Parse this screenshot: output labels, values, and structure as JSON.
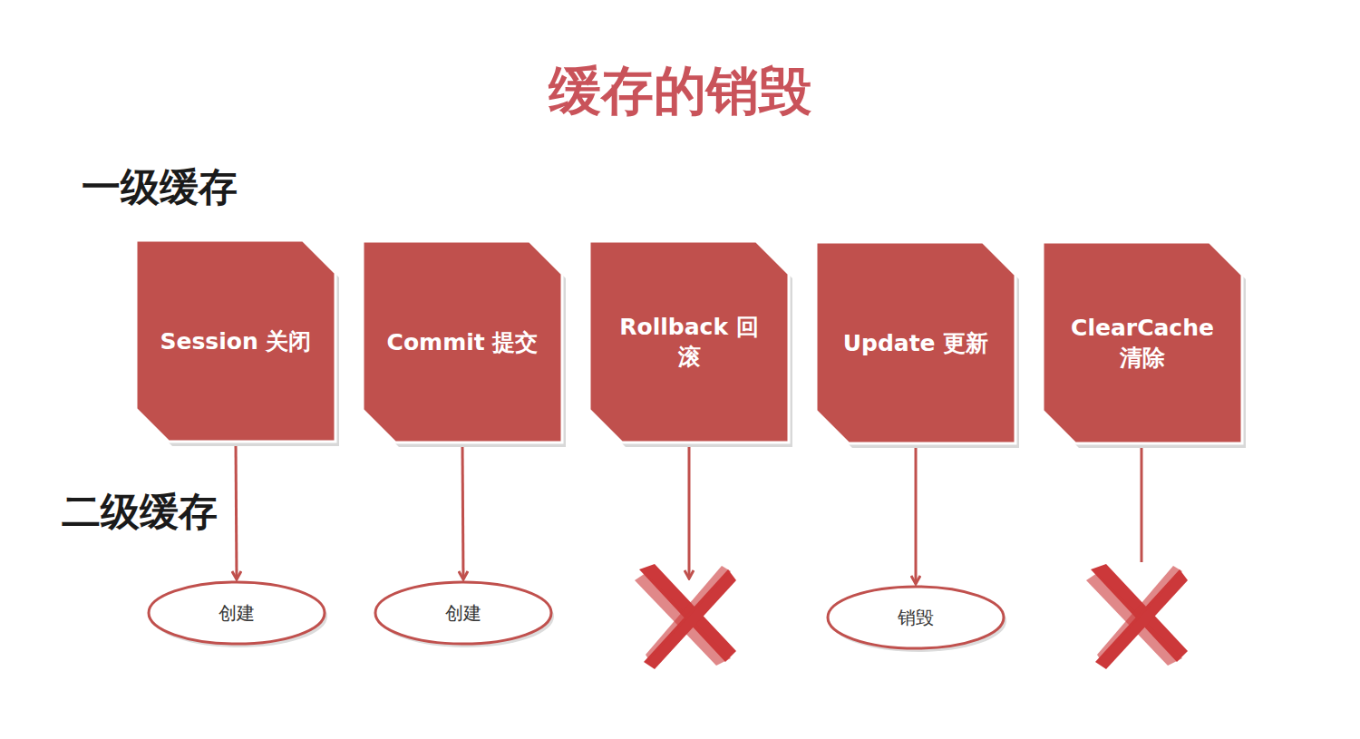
{
  "diagram": {
    "title": "缓存的销毁",
    "nodes": [
      {
        "text": [
          "Session 关闭"
        ]
      },
      {
        "text": [
          "Commit 提交"
        ]
      },
      {
        "text": [
          "Rollback 回滚"
        ]
      },
      {
        "text": [
          "Update 更新"
        ]
      },
      {
        "text": [
          "ClearCache 清除"
        ]
      },
      {
        "text": [
          "创建"
        ]
      },
      {
        "text": [
          "创建"
        ]
      },
      {
        "text": [
          "销毁"
        ]
      }
    ],
    "edges": [
      {
        "from": 0,
        "to": 5,
        "arrow": "to"
      },
      {
        "from": 1,
        "to": 6,
        "arrow": "to"
      },
      {
        "from": 3,
        "to": 7,
        "arrow": "to"
      }
    ],
    "labels": [
      "一级缓存",
      "二级缓存"
    ]
  }
}
